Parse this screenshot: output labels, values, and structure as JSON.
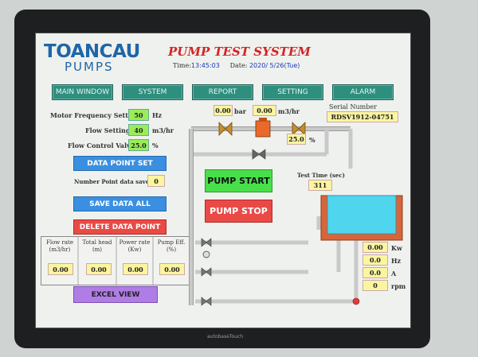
{
  "brand": {
    "logo_top": "TOANCAU",
    "logo_bottom": "PUMPS"
  },
  "header": {
    "title": "PUMP TEST SYSTEM",
    "time_label": "Time:",
    "time_value": "13:45:03",
    "date_label": "Date:",
    "date_value": "2020/ 5/26(Tue)"
  },
  "nav": {
    "items": [
      {
        "label": "MAIN WINDOW"
      },
      {
        "label": "SYSTEM"
      },
      {
        "label": "REPORT"
      },
      {
        "label": "SETTING"
      },
      {
        "label": "ALARM"
      }
    ]
  },
  "settings": {
    "motor_freq_label": "Motor Frequency Setting:",
    "motor_freq_value": "50",
    "motor_freq_unit": "Hz",
    "flow_setting_label": "Flow Setting:",
    "flow_setting_value": "40",
    "flow_setting_unit": "m3/hr",
    "flow_valve_label": "Flow Control Valve:",
    "flow_valve_value": "25.0",
    "flow_valve_unit": "%"
  },
  "actions": {
    "data_point_set": "DATA POINT SET",
    "saved_label": "Number Point data saved:",
    "saved_value": "0",
    "save_all": "SAVE DATA ALL",
    "delete_point": "DELETE DATA POINT",
    "excel_view": "EXCEL VIEW",
    "pump_start": "PUMP START",
    "pump_stop": "PUMP STOP"
  },
  "results": {
    "headers": [
      {
        "l1": "Flow rate",
        "l2": "(m3/hr)"
      },
      {
        "l1": "Total head",
        "l2": "(m)"
      },
      {
        "l1": "Power rate",
        "l2": "(Kw)"
      },
      {
        "l1": "Pump Eff.",
        "l2": "(%)"
      }
    ],
    "values": [
      "0.00",
      "0.00",
      "0.00",
      "0.00"
    ]
  },
  "diagram": {
    "pressure_value": "0.00",
    "pressure_unit": "bar",
    "flow_value": "0.00",
    "flow_unit": "m3/hr",
    "valve_value": "25.0",
    "valve_unit": "%",
    "serial_label": "Serial Number",
    "serial_value": "RDSV1912-04751",
    "test_time_label": "Test Time (sec)",
    "test_time_value": "311"
  },
  "meters": [
    {
      "value": "0.00",
      "unit": "Kw"
    },
    {
      "value": "0.0",
      "unit": "Hz"
    },
    {
      "value": "0.0",
      "unit": "A"
    },
    {
      "value": "0",
      "unit": "rpm"
    }
  ],
  "device": {
    "bezel_label": "autobaseTouch"
  },
  "colors": {
    "accent_nav": "#2f8f7e",
    "title_red": "#d42424",
    "tank_water": "#4fd6ee"
  }
}
